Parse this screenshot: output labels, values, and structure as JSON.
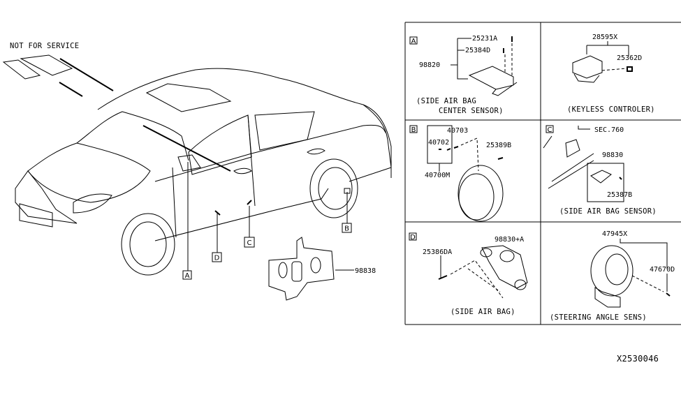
{
  "diagram": {
    "id_code": "X2530046",
    "not_for_service_label": "NOT FOR SERVICE",
    "main_view": {
      "callouts": [
        "A",
        "B",
        "C",
        "D"
      ],
      "bracket_part": "98838"
    },
    "panels": [
      {
        "key": "A",
        "parts": [
          "25231A",
          "25384D",
          "98820"
        ],
        "caption_line1": "(SIDE AIR BAG",
        "caption_line2": "CENTER SENSOR)"
      },
      {
        "key": "",
        "parts": [
          "28595X",
          "25362D"
        ],
        "caption_line1": "(KEYLESS CONTROLER)"
      },
      {
        "key": "B",
        "parts": [
          "40703",
          "40702",
          "40700M",
          "25389B"
        ]
      },
      {
        "key": "C",
        "parts": [
          "SEC.760",
          "98830",
          "25387B"
        ],
        "caption_line1": "(SIDE AIR BAG SENSOR)"
      },
      {
        "key": "D",
        "parts": [
          "98830+A",
          "25386DA"
        ],
        "caption_line1": "(SIDE AIR BAG)"
      },
      {
        "key": "",
        "parts": [
          "47945X",
          "47670D"
        ],
        "caption_line1": "(STEERING ANGLE SENS)"
      }
    ]
  }
}
